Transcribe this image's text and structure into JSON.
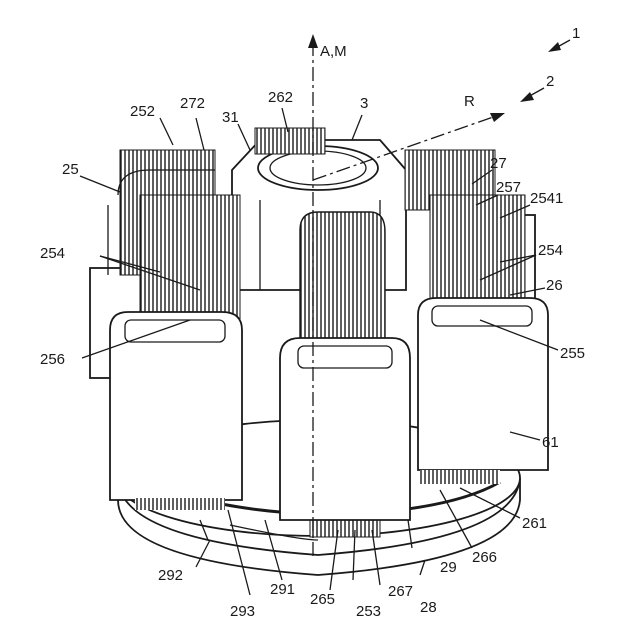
{
  "figure": {
    "labels": {
      "l1": "1",
      "l2": "2",
      "l3": "3",
      "lam": "A,M",
      "lR": "R",
      "l25": "25",
      "l252": "252",
      "l272": "272",
      "l31": "31",
      "l262": "262",
      "l27": "27",
      "l257": "257",
      "l2541": "2541",
      "l254a": "254",
      "l254b": "254",
      "l26": "26",
      "l256": "256",
      "l255": "255",
      "l61": "61",
      "l261": "261",
      "l266": "266",
      "l29": "29",
      "l28": "28",
      "l267": "267",
      "l253": "253",
      "l265": "265",
      "l293": "293",
      "l291": "291",
      "l292": "292"
    }
  }
}
